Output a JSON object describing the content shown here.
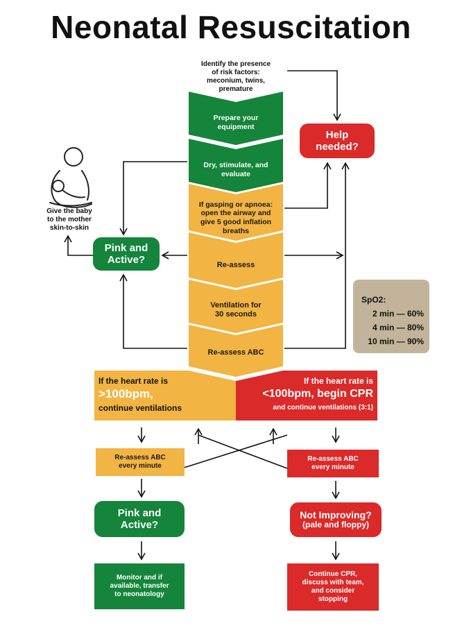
{
  "title": "Neonatal Resuscitation",
  "colors": {
    "green": "#14853a",
    "orange": "#f2b443",
    "red": "#da2a2a",
    "spo2_box": "#c2b49a"
  },
  "icons": [
    "mother-and-baby-icon"
  ],
  "risk_factors": "Identify the presence\nof risk factors:\nmeconium, twins,\npremature",
  "chevrons": [
    "Prepare your\nequipment",
    "Dry, stimulate, and\nevaluate",
    "If gasping or apnoea:\nopen the airway and\ngive 5 good inflation\nbreaths",
    "Re-assess",
    "Ventilation for\n30 seconds",
    "Re-assess ABC"
  ],
  "help_needed": "Help\nneeded?",
  "skin_to_skin": "Give the baby\nto the mother\nskin-to-skin",
  "pink_active_top": "Pink and\nActive?",
  "spo2": {
    "heading": "SpO2:",
    "rows": [
      "2 min — 60%",
      "4 min — 80%",
      "10 min — 90%"
    ]
  },
  "branch_left": {
    "line1": "If the heart rate is",
    "line2": ">100bpm,",
    "line3": "continue ventilations"
  },
  "branch_right": {
    "line1": "If the heart rate is",
    "line2": "<100bpm, begin CPR",
    "line3": "and continue ventilations (3:1)"
  },
  "reassess_left": "Re-assess ABC\nevery minute",
  "reassess_right": "Re-assess ABC\nevery minute",
  "pink_active_bottom": "Pink and\nActive?",
  "not_improving": {
    "line1": "Not Improving?",
    "line2": "(pale and floppy)"
  },
  "monitor": "Monitor and if\navailable, transfer\nto neonatology",
  "continue_cpr": "Continue CPR,\ndiscuss with team,\nand consider\nstopping"
}
